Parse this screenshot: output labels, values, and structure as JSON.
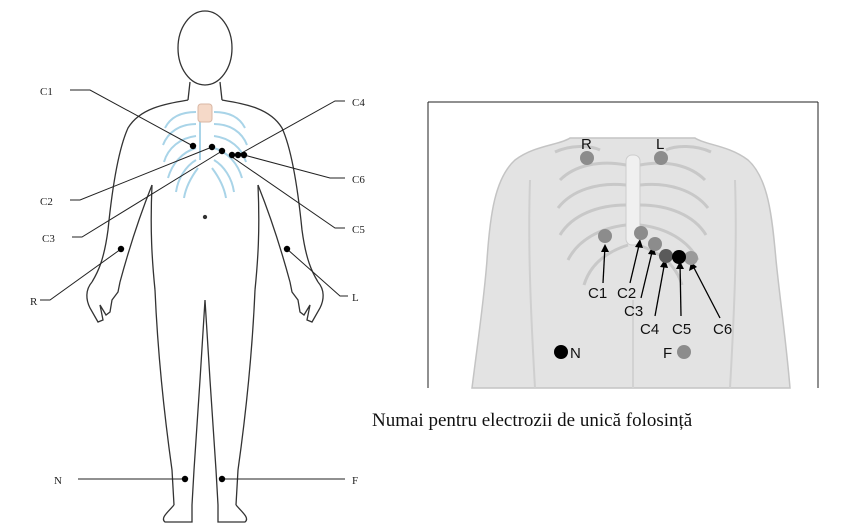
{
  "left_figure": {
    "electrode_labels": [
      "C1",
      "C4",
      "C6",
      "C2",
      "C3",
      "C5",
      "R",
      "L",
      "N",
      "F"
    ]
  },
  "right_figure": {
    "electrode_labels": [
      "R",
      "L",
      "C1",
      "C2",
      "C3",
      "C4",
      "C5",
      "C6",
      "N",
      "F"
    ]
  },
  "caption": "Numai pentru electrozii de unică folosință",
  "colors": {
    "line": "#000000",
    "body_fill": "#e3e3e3",
    "electrode_gray": "#8c8c8c",
    "electrode_black": "#000000",
    "rib_blue": "#a9d4e8"
  }
}
